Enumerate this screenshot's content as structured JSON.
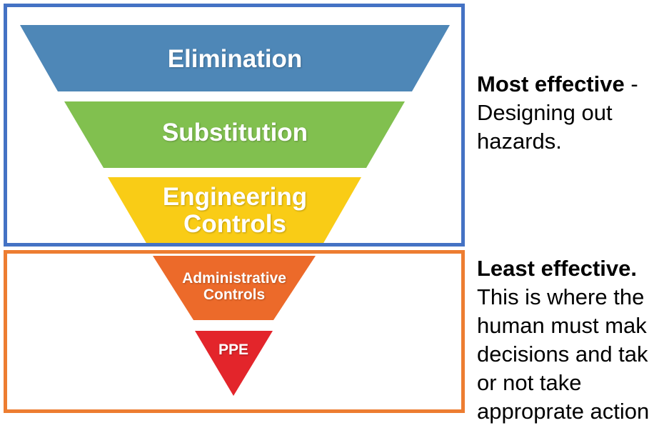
{
  "hierarchy": {
    "levels": [
      {
        "id": "elimination",
        "lines": [
          "Elimination"
        ],
        "color": "#4e87b7"
      },
      {
        "id": "substitution",
        "lines": [
          "Substitution"
        ],
        "color": "#81c04f"
      },
      {
        "id": "engineering",
        "lines": [
          "Engineering",
          "Controls"
        ],
        "color": "#f9cc16"
      },
      {
        "id": "administrative",
        "lines": [
          "Administrative",
          "Controls"
        ],
        "color": "#ec6a2a"
      },
      {
        "id": "ppe",
        "lines": [
          "PPE"
        ],
        "color": "#e3252b"
      }
    ]
  },
  "frames": {
    "top_color": "#4472c4",
    "bottom_color": "#ed7d31"
  },
  "notes": {
    "most": {
      "lead": "Most effective",
      "suffix": " -",
      "lines": [
        "Designing out",
        "hazards."
      ]
    },
    "least": {
      "lead": "Least effective.",
      "lines": [
        "This is where the",
        "human must mak",
        "decisions and tak",
        "or not take",
        "approprate action"
      ]
    }
  }
}
